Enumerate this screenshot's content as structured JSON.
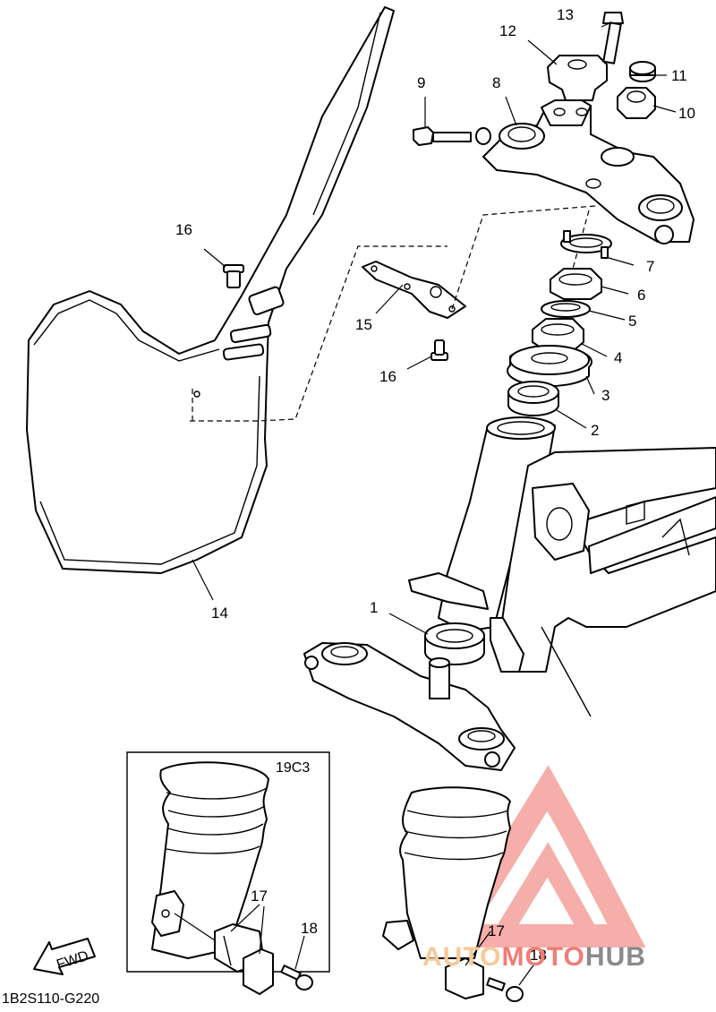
{
  "diagram_code": "1B2S110-G220",
  "inset_label": "19C3",
  "direction_label": "FWD",
  "watermark": {
    "brand_part1": "AUTO",
    "brand_part2": "MOTO",
    "brand_part3": "HUB",
    "color_primary": "#f27c76",
    "color_secondary": "#f7c99a",
    "color_tertiary": "#8a8a8a"
  },
  "callouts": {
    "c1": "1",
    "c2": "2",
    "c3": "3",
    "c4": "4",
    "c5": "5",
    "c6": "6",
    "c7": "7",
    "c8": "8",
    "c9": "9",
    "c10": "10",
    "c11": "11",
    "c12": "12",
    "c13": "13",
    "c14": "14",
    "c15": "15",
    "c16a": "16",
    "c16b": "16",
    "c17a": "17",
    "c17b": "17",
    "c18a": "18",
    "c18b": "18"
  }
}
